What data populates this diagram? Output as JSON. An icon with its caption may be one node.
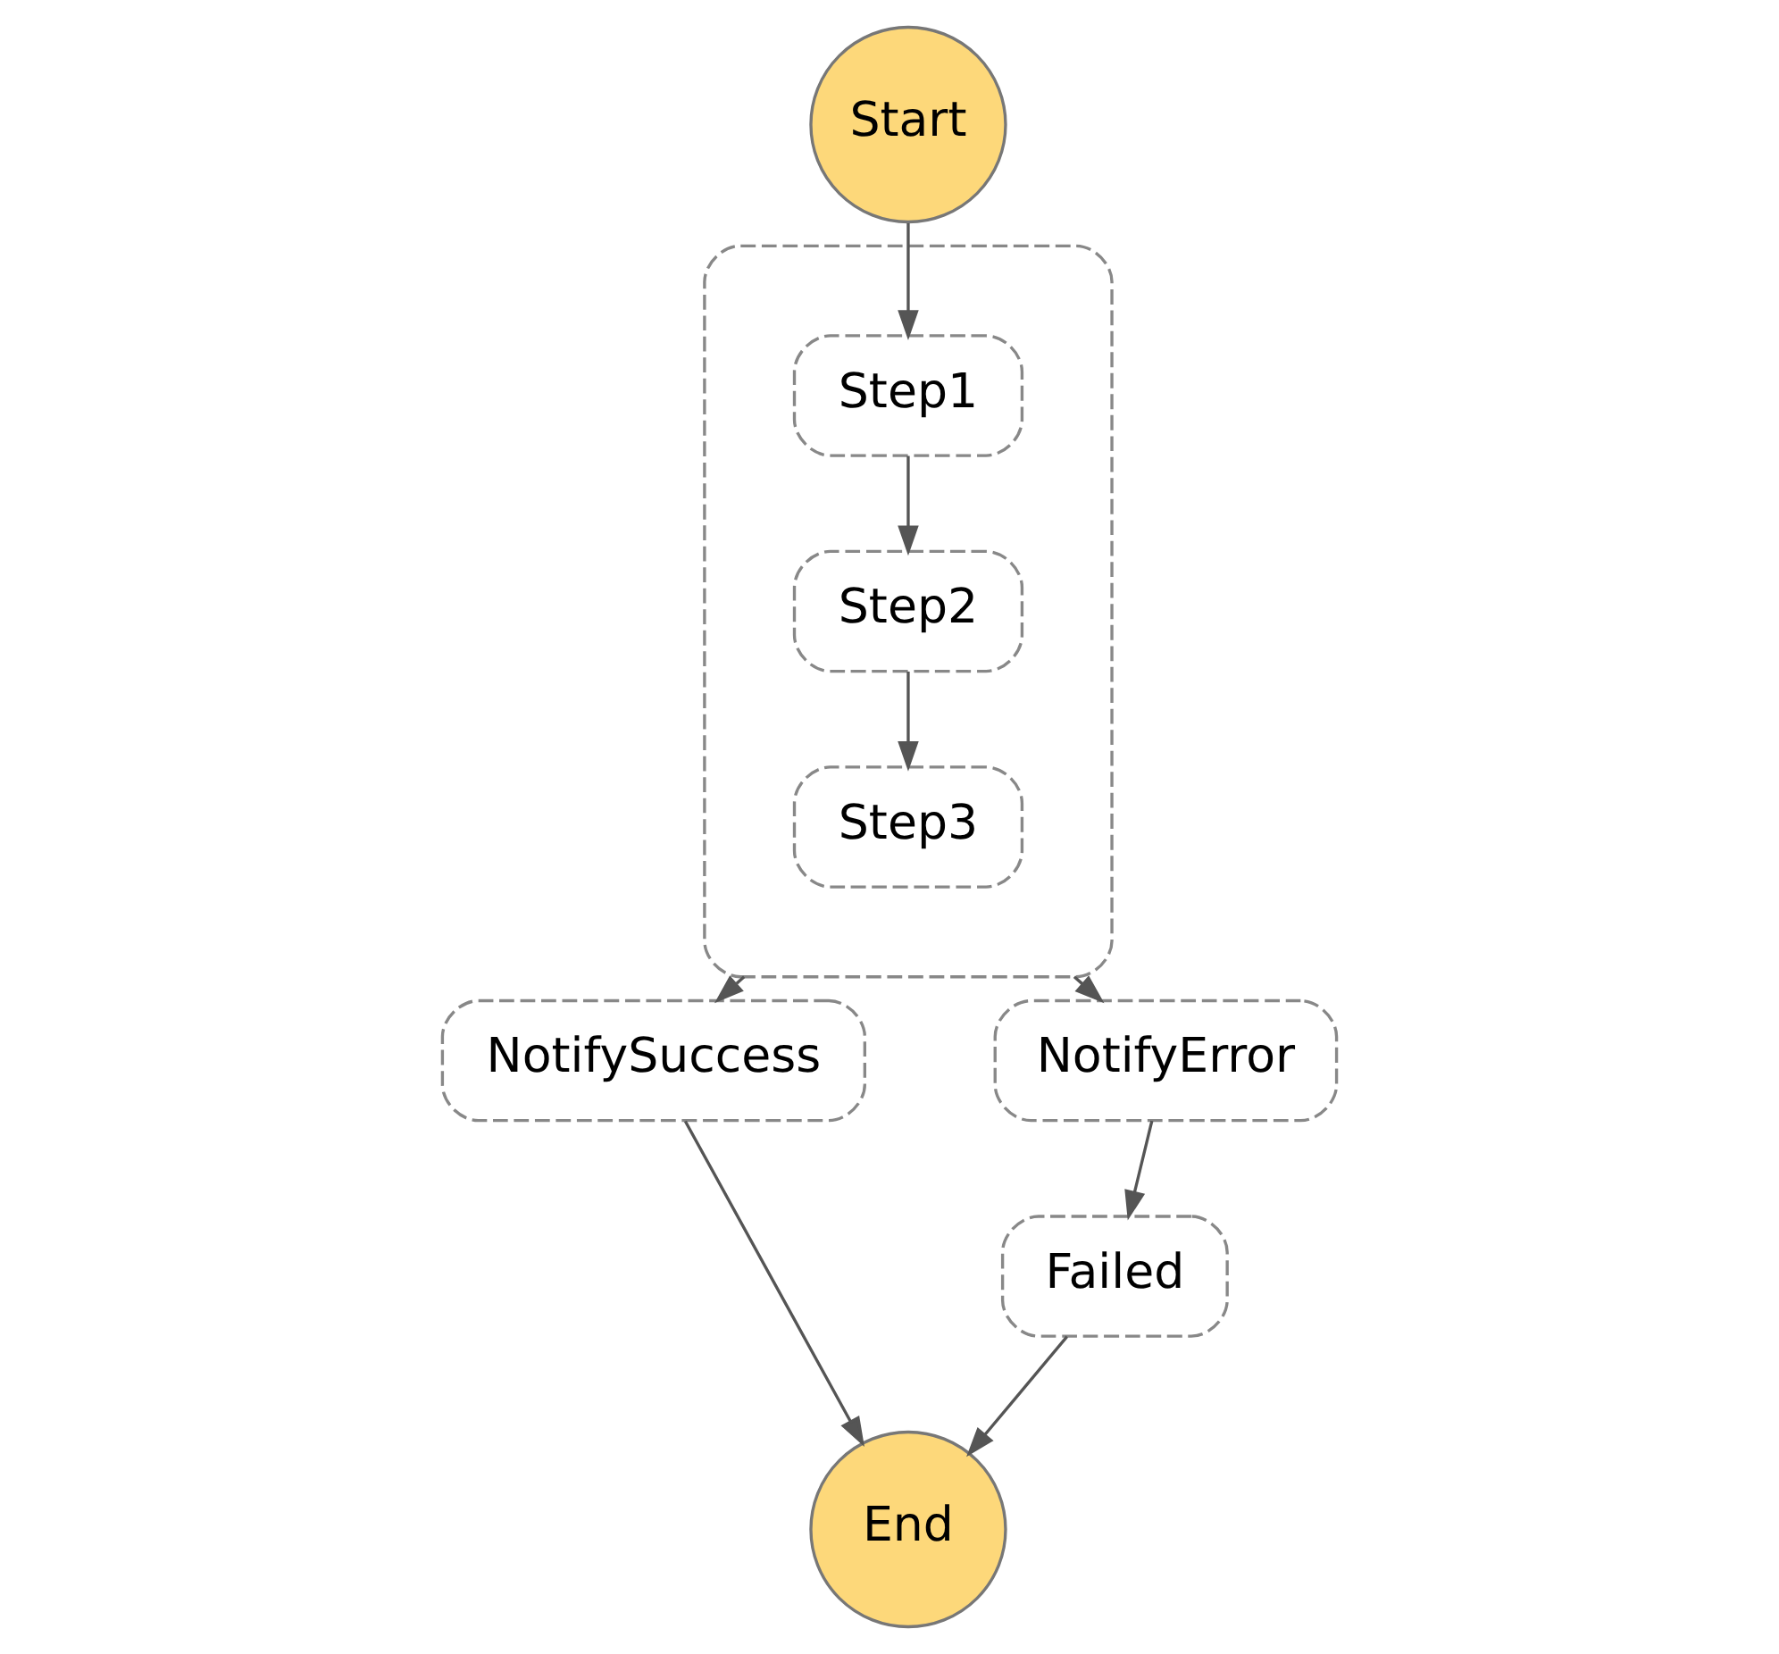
{
  "diagram": {
    "nodes": [
      {
        "text": [
          "Start"
        ]
      },
      {
        "text": [],
        "shape": "box"
      },
      {
        "text": [
          "Step1"
        ],
        "in": 1
      },
      {
        "text": [
          "Step2"
        ],
        "in": 1
      },
      {
        "text": [
          "Step3"
        ],
        "in": 1
      },
      {
        "text": [
          "NotifySuccess"
        ]
      },
      {
        "text": [
          "NotifyError"
        ]
      },
      {
        "text": [
          "Failed"
        ]
      },
      {
        "text": [
          "End"
        ]
      }
    ],
    "edges": [
      {
        "from": 0,
        "to": 2,
        "arrow": "to"
      },
      {
        "from": 2,
        "to": 3,
        "arrow": "to"
      },
      {
        "from": 3,
        "to": 4,
        "arrow": "to"
      },
      {
        "from": 1,
        "to": 5,
        "arrow": "to"
      },
      {
        "from": 1,
        "to": 6,
        "arrow": "to"
      },
      {
        "from": 6,
        "to": 7,
        "arrow": "to"
      },
      {
        "from": 5,
        "to": 8,
        "arrow": "to"
      },
      {
        "from": 7,
        "to": 8,
        "arrow": "to"
      }
    ]
  }
}
